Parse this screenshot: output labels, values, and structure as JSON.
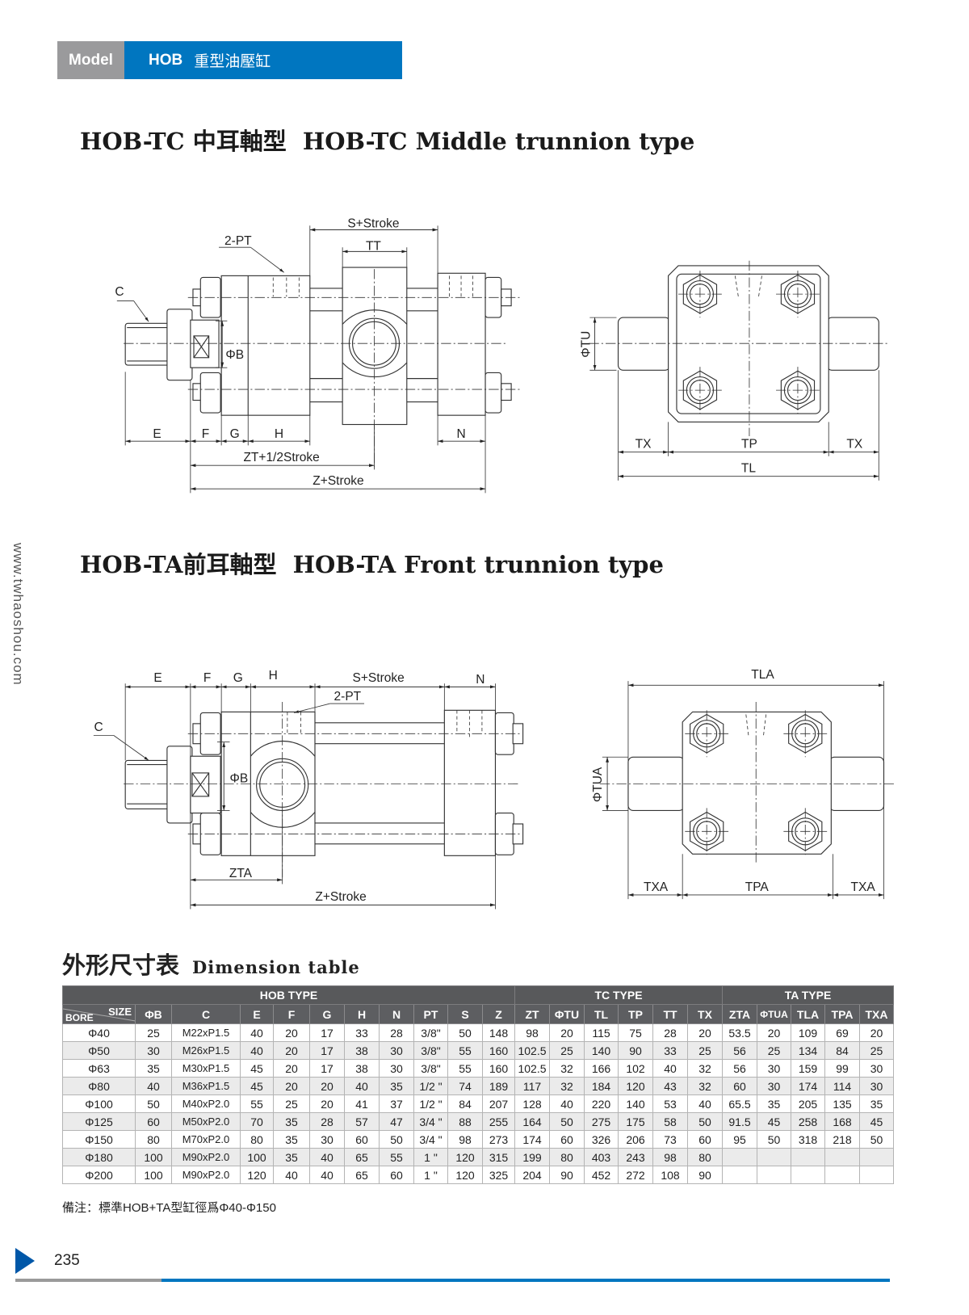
{
  "header": {
    "model_label": "Model",
    "model_name": "HOB",
    "model_desc": "重型油壓缸"
  },
  "website": "www.twhaoshou.com",
  "section_tc": {
    "title": "HOB-TC 中耳軸型  HOB-TC Middle trunnion type",
    "side": {
      "s_stroke": "S+Stroke",
      "tt": "TT",
      "pt": "2-PT",
      "c": "C",
      "phi_b": "ΦB",
      "e": "E",
      "f": "F",
      "g": "G",
      "h": "H",
      "n": "N",
      "zt": "ZT+1/2Stroke",
      "z": "Z+Stroke"
    },
    "front": {
      "phi_tu": "ΦTU",
      "tx": "TX",
      "tp": "TP",
      "tl": "TL"
    }
  },
  "section_ta": {
    "title": "HOB-TA前耳軸型  HOB-TA Front trunnion type",
    "side": {
      "e": "E",
      "f": "F",
      "g": "G",
      "h": "H",
      "s_stroke": "S+Stroke",
      "n": "N",
      "pt": "2-PT",
      "c": "C",
      "phi_b": "ΦB",
      "zta": "ZTA",
      "z": "Z+Stroke"
    },
    "front": {
      "tla": "TLA",
      "phi_tua": "ΦTUA",
      "txa": "TXA",
      "tpa": "TPA"
    }
  },
  "dimension_table": {
    "title_cn": "外形尺寸表",
    "title_en": "Dimension table",
    "groups": {
      "hob": "HOB TYPE",
      "tc": "TC TYPE",
      "ta": "TA TYPE"
    },
    "corner": {
      "bore": "BORE",
      "size": "SIZE"
    },
    "columns": [
      "ΦB",
      "C",
      "E",
      "F",
      "G",
      "H",
      "N",
      "PT",
      "S",
      "Z",
      "ZT",
      "ΦTU",
      "TL",
      "TP",
      "TT",
      "TX",
      "ZTA",
      "ΦTUA",
      "TLA",
      "TPA",
      "TXA"
    ],
    "rows": [
      [
        "Φ40",
        "25",
        "M22xP1.5",
        "40",
        "20",
        "17",
        "33",
        "28",
        "3/8\"",
        "50",
        "148",
        "98",
        "20",
        "115",
        "75",
        "28",
        "20",
        "53.5",
        "20",
        "109",
        "69",
        "20"
      ],
      [
        "Φ50",
        "30",
        "M26xP1.5",
        "40",
        "20",
        "17",
        "38",
        "30",
        "3/8\"",
        "55",
        "160",
        "102.5",
        "25",
        "140",
        "90",
        "33",
        "25",
        "56",
        "25",
        "134",
        "84",
        "25"
      ],
      [
        "Φ63",
        "35",
        "M30xP1.5",
        "45",
        "20",
        "17",
        "38",
        "30",
        "3/8\"",
        "55",
        "160",
        "102.5",
        "32",
        "166",
        "102",
        "40",
        "32",
        "56",
        "30",
        "159",
        "99",
        "30"
      ],
      [
        "Φ80",
        "40",
        "M36xP1.5",
        "45",
        "20",
        "20",
        "40",
        "35",
        "1/2 \"",
        "74",
        "189",
        "117",
        "32",
        "184",
        "120",
        "43",
        "32",
        "60",
        "30",
        "174",
        "114",
        "30"
      ],
      [
        "Φ100",
        "50",
        "M40xP2.0",
        "55",
        "25",
        "20",
        "41",
        "37",
        "1/2 \"",
        "84",
        "207",
        "128",
        "40",
        "220",
        "140",
        "53",
        "40",
        "65.5",
        "35",
        "205",
        "135",
        "35"
      ],
      [
        "Φ125",
        "60",
        "M50xP2.0",
        "70",
        "35",
        "28",
        "57",
        "47",
        "3/4 \"",
        "88",
        "255",
        "164",
        "50",
        "275",
        "175",
        "58",
        "50",
        "91.5",
        "45",
        "258",
        "168",
        "45"
      ],
      [
        "Φ150",
        "80",
        "M70xP2.0",
        "80",
        "35",
        "30",
        "60",
        "50",
        "3/4 \"",
        "98",
        "273",
        "174",
        "60",
        "326",
        "206",
        "73",
        "60",
        "95",
        "50",
        "318",
        "218",
        "50"
      ],
      [
        "Φ180",
        "100",
        "M90xP2.0",
        "100",
        "35",
        "40",
        "65",
        "55",
        "1 \"",
        "120",
        "315",
        "199",
        "80",
        "403",
        "243",
        "98",
        "80",
        "",
        "",
        "",
        "",
        ""
      ],
      [
        "Φ200",
        "100",
        "M90xP2.0",
        "120",
        "40",
        "40",
        "65",
        "60",
        "1 \"",
        "120",
        "325",
        "204",
        "90",
        "452",
        "272",
        "108",
        "90",
        "",
        "",
        "",
        "",
        ""
      ]
    ]
  },
  "note": "備注：標準HOB+TA型缸徑爲Φ40-Φ150",
  "page_number": "235",
  "colors": {
    "brand_blue": "#0076c0",
    "header_gray": "#58595b",
    "arrow_blue": "#0057a8"
  }
}
